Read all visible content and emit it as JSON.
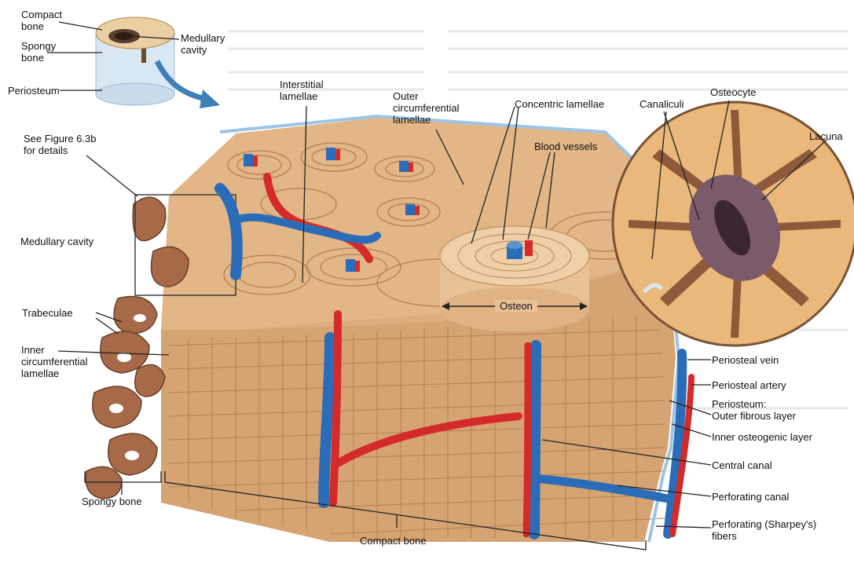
{
  "figure": {
    "labels": {
      "compact_bone_top": "Compact\nbone",
      "spongy_bone_top": "Spongy\nbone",
      "periosteum_top": "Periosteum",
      "medullary_cavity_top": "Medullary\ncavity",
      "see_figure": "See Figure 6.3b\nfor details",
      "medullary_cavity": "Medullary cavity",
      "trabeculae": "Trabeculae",
      "inner_circ_lamellae": "Inner\ncircumferential\nlamellae",
      "interstitial_lamellae": "Interstitial\nlamellae",
      "outer_circ_lamellae": "Outer\ncircumferential\nlamellae",
      "concentric_lamellae": "Concentric lamellae",
      "blood_vessels": "Blood vessels",
      "canaliculi": "Canaliculi",
      "osteocyte": "Osteocyte",
      "lacuna": "Lacuna",
      "osteon": "Osteon",
      "periosteal_vein": "Periosteal vein",
      "periosteal_artery": "Periosteal artery",
      "periosteum_outer": "Periosteum:\nOuter fibrous layer",
      "inner_osteogenic": "Inner osteogenic layer",
      "central_canal": "Central canal",
      "perforating_canal": "Perforating canal",
      "perforating_fibers": "Perforating (Sharpey's)\nfibers",
      "spongy_bone_bottom": "Spongy bone",
      "compact_bone_bottom": "Compact bone"
    },
    "colors": {
      "bone": "#dcae7e",
      "bone_dark": "#b57e4f",
      "bone_light": "#ecc99b",
      "artery": "#d42a2a",
      "vein": "#2a6cb8",
      "trabecula": "#a66a48",
      "cell_body": "#6e4a58"
    }
  }
}
